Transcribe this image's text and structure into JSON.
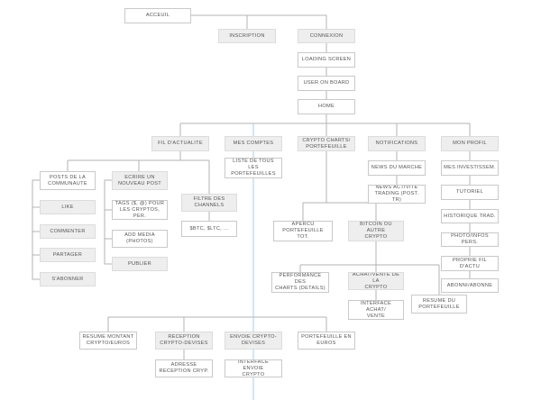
{
  "colors": {
    "line": "#b3b3b3",
    "accent_line": "#a9cde8",
    "node_fill": "#eeeeee",
    "node_border": "#c9c9c9",
    "text": "#555555"
  },
  "nodes": {
    "accueil": "ACCEUIL",
    "inscription": "INSCRIPTION",
    "connexion": "CONNEXION",
    "loading_screen": "LOADING SCREEN",
    "user_onboard": "USER ON BOARD",
    "home": "HOME",
    "fil_actualite": "FIL D'ACTUALITE",
    "mes_comptes": "MES COMPTES",
    "crypto_charts": "CRYPTO CHARTS/\nPORTEFEUILLE",
    "notifications": "NOTIFICATIONS",
    "mon_profil": "MON PROFIL",
    "posts_communaute": "POSTS DE LA\nCOMMUNAUTE",
    "ecrire_post": "ECRIRE UN\nNOUVEAU POST",
    "like": "LIKE",
    "tags": "TAGS ($, @) POUR\nLES CRYPTOS, PER.",
    "filtre_channels": "FILTRE DES\nCHANNELS",
    "commenter": "COMMENTER",
    "add_media": "ADD MEDIA\n(PHOTOS)",
    "btc_ltc": "$BTC, $LTC, ...",
    "partager": "PARTAGER",
    "publier": "PUBLIER",
    "sabonner": "S'ABONNER",
    "liste_portefeuilles": "LISTE DE TOUS LES\nPORTEFEUILLES",
    "apercu_portefeuille": "APERCU\nPORTEFEUILLE TOT.",
    "bitcoin_autre": "BITCOIN OU AUTRE\nCRYPTO",
    "performance_charts": "PERFORMANCE DES\nCHARTS (DETAILS)",
    "achat_vente": "ACHAT/VENTE DE LA\nCRYPTO",
    "resume_portefeuille": "RESUME DU\nPORTEFEUILLE",
    "interface_achat_vente": "INTERFACE ACHAT/\nVENTE",
    "news_marche": "NEWS DU MARCHE",
    "news_activite": "NEWS ACTIVITE\nTRADING (POST. TR)",
    "mes_investissem": "MES INVESTISSEM.",
    "tutoriel": "TUTORIEL",
    "historique_trad": "HISTORIQUE TRAD.",
    "photo_infos": "PHOTO/INFOS PERS.",
    "proprie_fil": "PROPRIE FIL D'ACTU",
    "abonni_abonne": "ABONNI/ABONNE",
    "resume_montant": "RESUME MONTANT\nCRYPTO/EUROS",
    "reception_devises": "RECEPTION\nCRYPTO-DEVISES",
    "envoie_devises": "ENVOIE CRYPTO-\nDEVISES",
    "portefeuille_euros": "PORTEFEUILLE EN\nEUROS",
    "adresse_reception": "ADRESSE\nRECEPTION CRYP.",
    "interface_envoie": "INTERFACE ENVOIE\nCRYPTO"
  }
}
